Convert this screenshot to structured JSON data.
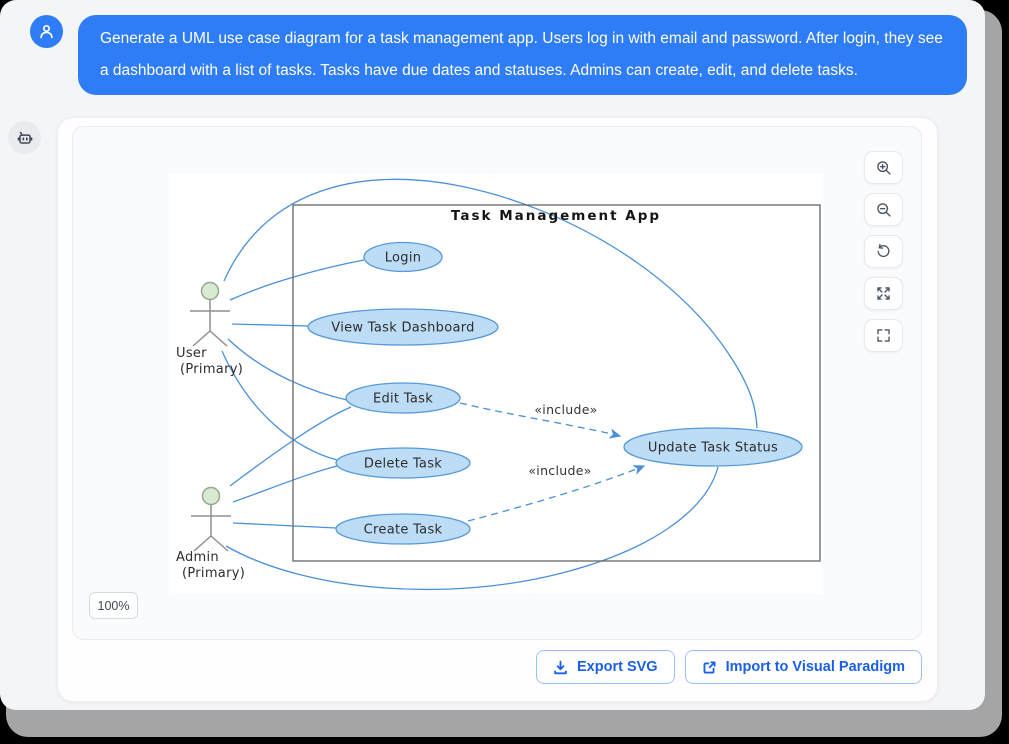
{
  "user_message": {
    "line1": "Generate a UML use case diagram for a task management app. Users log in with email and password. After login, they see",
    "line2": "a dashboard with a list of tasks. Tasks have due dates and statuses. Admins can create, edit, and delete tasks."
  },
  "avatars": {
    "user_icon": "person-icon",
    "assistant_icon": "robot-icon"
  },
  "diagram": {
    "system_title": "Task Management App",
    "actors": [
      {
        "name": "User",
        "qualifier": "(Primary)"
      },
      {
        "name": "Admin",
        "qualifier": "(Primary)"
      }
    ],
    "use_cases": [
      {
        "label": "Login"
      },
      {
        "label": "View Task Dashboard"
      },
      {
        "label": "Edit Task"
      },
      {
        "label": "Delete Task"
      },
      {
        "label": "Create Task"
      },
      {
        "label": "Update Task Status"
      }
    ],
    "include_label": "«include»",
    "relations": [
      "User—Login",
      "User—View Task Dashboard",
      "User—Edit Task",
      "User—Delete Task",
      "User—Update Task Status",
      "Admin—Edit Task",
      "Admin—Delete Task",
      "Admin—Create Task",
      "Admin—Update Task Status",
      "Edit Task ..include.. Update Task Status",
      "Create Task ..include.. Update Task Status"
    ]
  },
  "toolbar": {
    "buttons": [
      {
        "name": "zoom-in"
      },
      {
        "name": "zoom-out"
      },
      {
        "name": "reset-view"
      },
      {
        "name": "expand"
      },
      {
        "name": "fullscreen"
      }
    ]
  },
  "zoom_indicator": {
    "value": "100%"
  },
  "footer": {
    "export_label": "Export SVG",
    "import_label": "Import to Visual Paradigm"
  },
  "colors": {
    "bubble_blue": "#2e7cf6",
    "diagram_line": "#4a90d9",
    "ellipse_fill": "#bddcf6",
    "ellipse_stroke": "#569ad8",
    "actor_head_fill": "#d9ead3",
    "button_text_blue": "#1b5fe8"
  }
}
